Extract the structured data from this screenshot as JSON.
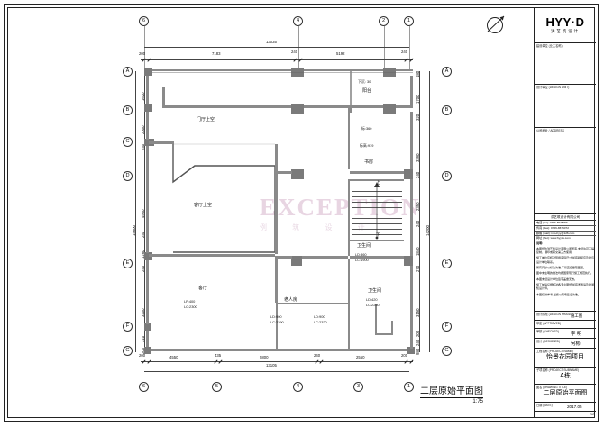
{
  "sheet": {
    "drawing_title": "二层原始平面图",
    "scale": "1:75",
    "north_arrow": "north-arrow"
  },
  "title_block": {
    "logo_main": "HYY·D",
    "logo_sub": "洪艺筑设计",
    "rows": [
      {
        "caption": "建设单位 (业主名称)",
        "value": ""
      },
      {
        "caption": "设计单位 (DESIGN UNIT)",
        "value": ""
      },
      {
        "caption": "公司地址 / ADDRESS",
        "value": ""
      }
    ],
    "contact": {
      "heading": "洪艺筑设计有限公司",
      "lines": [
        "电话 (Tel): 0756-8675066",
        "传真 (Fax): 0756-8675072",
        "邮箱 (mail): info-hyy@126.com",
        "网址 (Net): www.hyyzs.com"
      ]
    },
    "notes_heading": "说明:",
    "notes": [
      "本图纸为洪艺筑设计有限公司所有,未经许可不得复制、翻印或转交第三方使用。",
      "施工单位应核对现场实际尺寸,如有疑问应及时与设计单位联系。",
      "所有尺寸以标注为准,不得直接量取图纸。",
      "图中未注明的做法均按国家现行施工规范执行。",
      "本图未经设计单位签字盖章无效。",
      "施工前请仔细核对各专业图纸,如有矛盾请及时通知设计师。",
      "本图仅供参考,最终以现场签证为准。"
    ],
    "fields": [
      {
        "caption": "设计阶段 (DESIGN PHASE)",
        "value": "施工图"
      },
      {
        "caption": "审定 (APPROVED)",
        "value": ""
      },
      {
        "caption": "审核 (CHECKED)",
        "value": "李 明"
      },
      {
        "caption": "设计 (DESIGNED)",
        "value": "何彬"
      },
      {
        "caption": "工程名称 (PROJECT NAME)",
        "value": "怡景花园项目"
      },
      {
        "caption": "子项名称 (PROJECT SUBNAME)",
        "value": "A栋"
      },
      {
        "caption": "图名 (DRAWING TITLE)",
        "value": "二层原始平面图"
      },
      {
        "caption": "图号 (DRAWING NO.)",
        "value": "01"
      },
      {
        "caption": "比例 (SCALE)",
        "value": "1:75"
      }
    ],
    "date_caption": "日期 (DATE)",
    "date_value": "2017.05",
    "sheet_caption": "图号 (NO.)",
    "sheet_value": "02"
  },
  "grid": {
    "top_labels": [
      "6",
      "4",
      "2",
      "1"
    ],
    "bottom_labels": [
      "6",
      "5",
      "4",
      "3",
      "1"
    ],
    "left_labels": [
      "A",
      "B",
      "C",
      "D",
      "E",
      "F",
      "G"
    ],
    "right_labels": [
      "A",
      "B",
      "D",
      "E",
      "F",
      "G"
    ]
  },
  "dimensions": {
    "top_overall": "13035",
    "top_chain": [
      "200",
      "7183",
      "240",
      "5192",
      "240"
    ],
    "bottom_overall": "13105",
    "bottom_chain": [
      "200",
      "4550",
      "435",
      "5800",
      "240",
      "2550",
      "200"
    ],
    "left_overall": "14600",
    "left_chain": [
      "1620",
      "2000",
      "240",
      "4900",
      "240",
      "1260",
      "240",
      "3200",
      "310",
      "200"
    ],
    "right_overall": "14200",
    "right_chain": [
      "180",
      "1700",
      "320",
      "3390",
      "240",
      "2350",
      "240",
      "1840",
      "270",
      "3150",
      "200",
      "240",
      "980"
    ]
  },
  "rooms": [
    {
      "name": "门厅上空",
      "w": "",
      "h": ""
    },
    {
      "name": "客厅上空",
      "w": "",
      "h": ""
    },
    {
      "name": "客厅",
      "w": "LP:400",
      "h": "LC:2300"
    },
    {
      "name": "老人房",
      "w": "LD:900",
      "h": "LC:2290"
    },
    {
      "name": "卫生间",
      "w": "LD:860",
      "h": "LC:1900"
    },
    {
      "name": "卫生间",
      "w": "LD:420",
      "h": "LC:2250"
    },
    {
      "name": "书房",
      "w": "",
      "h": ""
    },
    {
      "name": "阳台",
      "w": "",
      "h": ""
    }
  ],
  "annotations": {
    "balcony_note": "下沉: 30",
    "balcony_name": "阳台",
    "study_elev_1": "标:360",
    "study_elev_2": "标高:919",
    "study_name": "书房",
    "stair_up": "上",
    "stair_down": "下",
    "door_mid_1": "LD:900",
    "door_mid_2": "LC:2290",
    "door_mid_3": "LD:900",
    "door_mid_4": "LC:2320"
  },
  "watermark": {
    "main": "EXCEPTION",
    "sub": "例 筑 设 计"
  }
}
